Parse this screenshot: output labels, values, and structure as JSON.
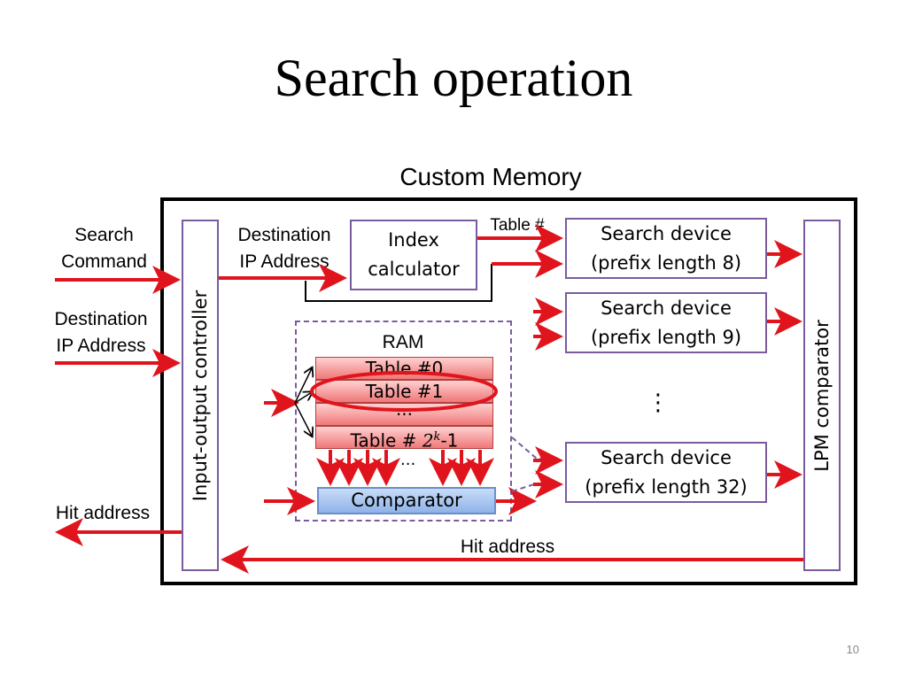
{
  "slide": {
    "title": "Search operation",
    "subtitle": "Custom Memory",
    "page_number": "10"
  },
  "labels": {
    "search_command_1": "Search",
    "search_command_2": "Command",
    "dest_ip_left_1": "Destination",
    "dest_ip_left_2": "IP Address",
    "dest_ip_mid_1": "Destination",
    "dest_ip_mid_2": "IP Address",
    "hit_address_left": "Hit address",
    "hit_address_bottom": "Hit address",
    "table_hash": "Table #"
  },
  "blocks": {
    "io_controller": "Input-output controller",
    "lpm_comparator": "LPM comparator",
    "index_calc_1": "Index",
    "index_calc_2": "calculator",
    "ram": "RAM",
    "comparator": "Comparator"
  },
  "search_devices": [
    {
      "line1": "Search device",
      "line2": "(prefix length 8)"
    },
    {
      "line1": "Search device",
      "line2": "(prefix length 9)"
    },
    {
      "line1": "Search device",
      "line2": "(prefix length 32)"
    }
  ],
  "tables": {
    "t0": "Table #0",
    "t1": "Table #1",
    "dots": "···",
    "tlast_prefix": "Table #",
    "tlast_base": "2",
    "tlast_exp": "k",
    "tlast_suffix": "-1"
  },
  "ellipses": {
    "devices": "⋮",
    "ram_arrows": "···"
  },
  "colors": {
    "arrow": "#e0141c",
    "box_border": "#7a5c9e",
    "table_fill": "#f59a9a",
    "comparator_fill": "#a9c6ef"
  }
}
